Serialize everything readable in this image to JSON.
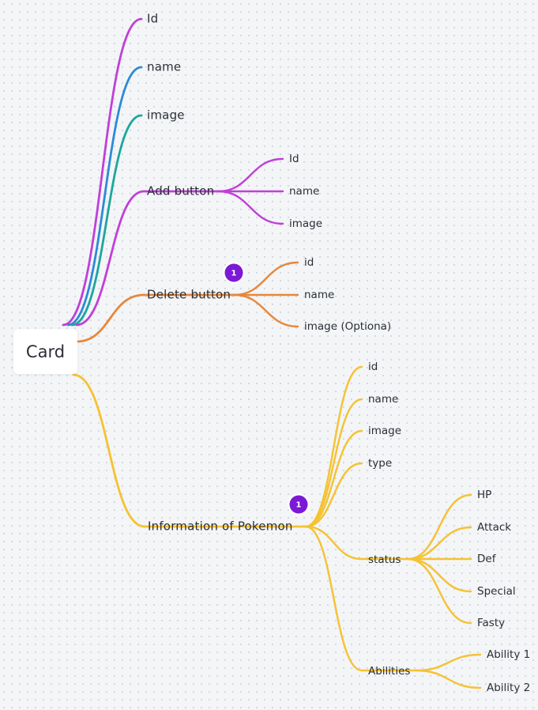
{
  "root": {
    "label": "Card"
  },
  "branches": [
    {
      "id": "id",
      "label": "Id",
      "color": "#c13fd8",
      "children": []
    },
    {
      "id": "name",
      "label": "name",
      "color": "#2d8ad8",
      "children": []
    },
    {
      "id": "image",
      "label": "image",
      "color": "#1ba79c",
      "children": []
    },
    {
      "id": "add-button",
      "label": "Add button",
      "color": "#c13fd8",
      "children": [
        {
          "label": "Id"
        },
        {
          "label": "name"
        },
        {
          "label": "image"
        }
      ]
    },
    {
      "id": "delete-button",
      "label": "Delete button",
      "color": "#e8873a",
      "badge": "1",
      "children": [
        {
          "label": "id"
        },
        {
          "label": "name"
        },
        {
          "label": "image (Optiona)"
        }
      ]
    },
    {
      "id": "information-of-pokemon",
      "label": "Information of Pokemon",
      "color": "#f5c232",
      "badge": "1",
      "children": [
        {
          "label": "id"
        },
        {
          "label": "name"
        },
        {
          "label": "image"
        },
        {
          "label": "type"
        },
        {
          "label": "status",
          "children": [
            {
              "label": "HP"
            },
            {
              "label": "Attack"
            },
            {
              "label": "Def"
            },
            {
              "label": "Special"
            },
            {
              "label": "Fasty"
            }
          ]
        },
        {
          "label": "Abilities",
          "children": [
            {
              "label": "Ability 1"
            },
            {
              "label": "Ability 2"
            }
          ]
        }
      ]
    }
  ],
  "badge_color": "#7c19d6"
}
